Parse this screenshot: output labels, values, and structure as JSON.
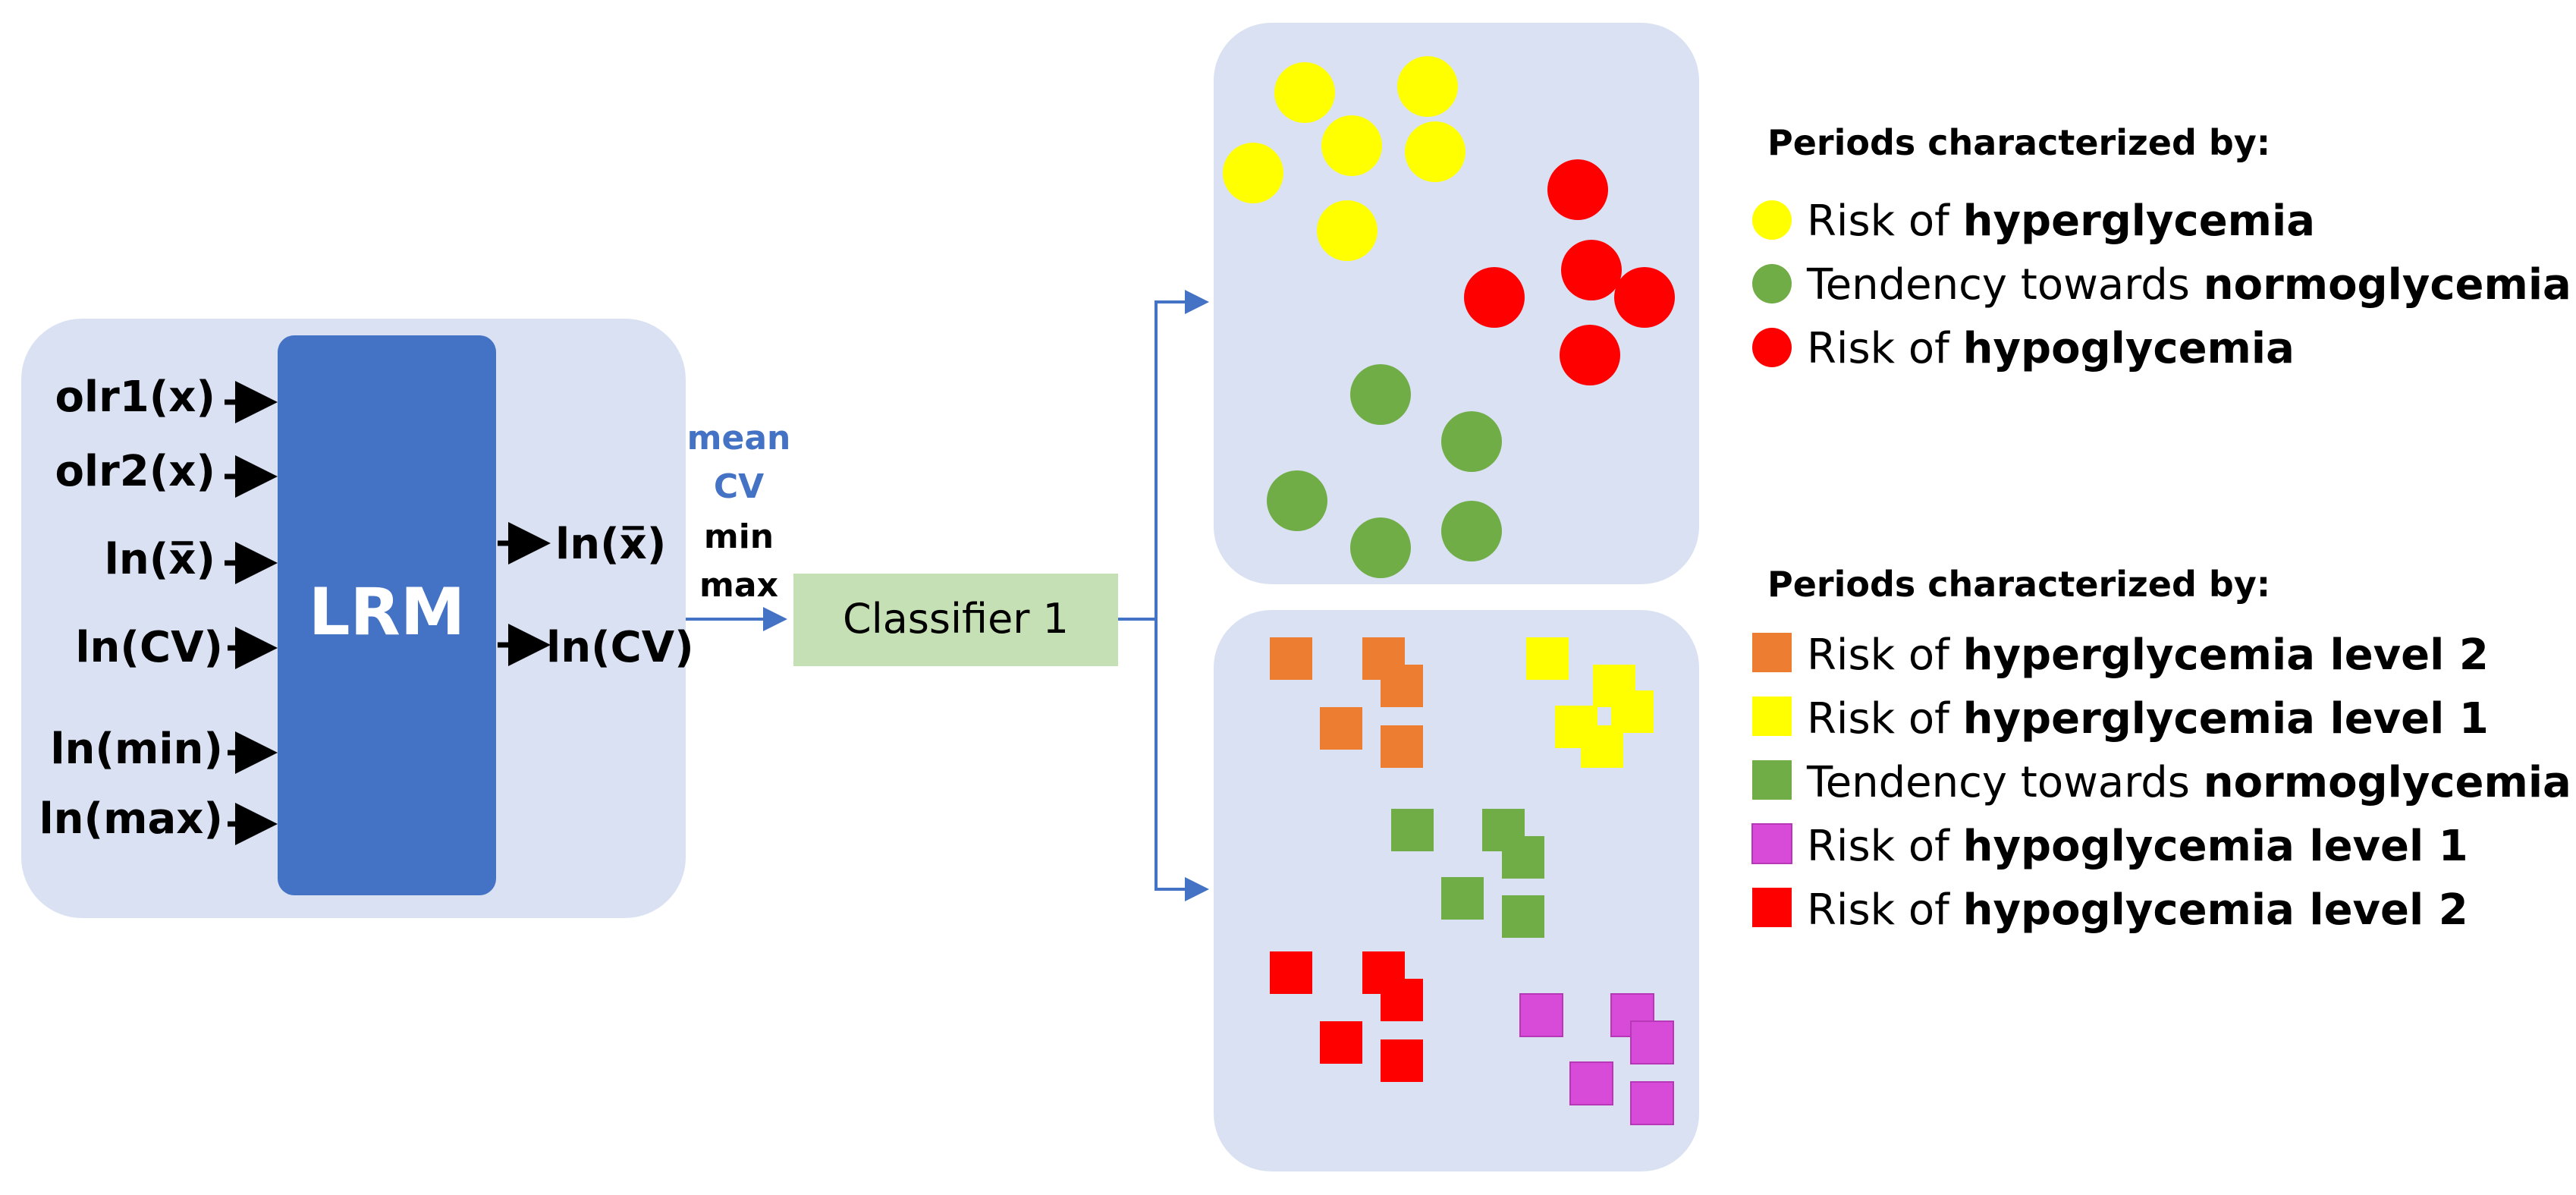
{
  "lrm_block": {
    "title": "LRM",
    "inputs": [
      "olr1(x)",
      "olr2(x)",
      "ln(x̅)",
      "ln(CV)",
      "ln(min)",
      "ln(max)"
    ],
    "outputs": [
      "ln(x̅)",
      "ln(CV)"
    ]
  },
  "extra_features": {
    "blue": [
      "mean",
      "CV"
    ],
    "black": [
      "min",
      "max"
    ]
  },
  "classifier": {
    "label": "Classifier 1"
  },
  "legend_top": {
    "heading": "Periods characterized by:",
    "items": [
      {
        "prefix": "Risk of ",
        "bold": "hyperglycemia",
        "color": "#FFFF00"
      },
      {
        "prefix": "Tendency towards ",
        "bold": "normoglycemia",
        "color": "#70AD47"
      },
      {
        "prefix": "Risk of ",
        "bold": "hypoglycemia",
        "color": "#FF0000"
      }
    ]
  },
  "legend_bottom": {
    "heading": "Periods characterized by:",
    "items": [
      {
        "prefix": "Risk of ",
        "bold": "hyperglycemia level 2",
        "color": "#ED7D31"
      },
      {
        "prefix": "Risk of ",
        "bold": "hyperglycemia level 1",
        "color": "#FFFF00"
      },
      {
        "prefix": "Tendency towards ",
        "bold": "normoglycemia",
        "color": "#70AD47"
      },
      {
        "prefix": "Risk of ",
        "bold": "hypoglycemia level 1",
        "color": "#D84AD8"
      },
      {
        "prefix": "Risk of ",
        "bold": "hypoglycemia level 2",
        "color": "#FF0000"
      }
    ]
  },
  "colors": {
    "panel_bg": "#DAE1F3",
    "lrm_fill": "#4472C4",
    "classifier_fill": "#C5E0B4",
    "arrow_blue": "#4472C4",
    "text_blue": "#4472C4"
  }
}
